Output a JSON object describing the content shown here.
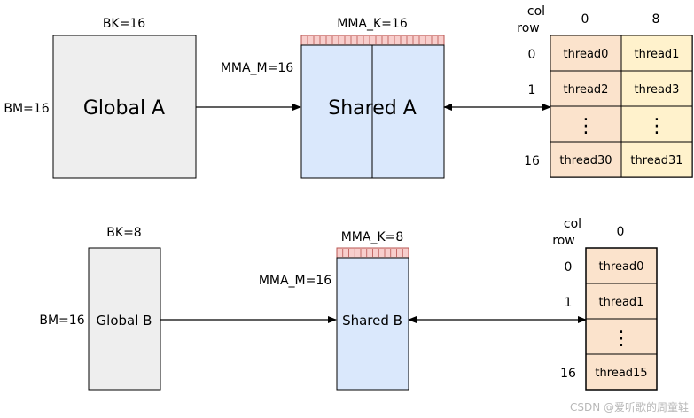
{
  "colors": {
    "global_fill": "#eeeeee",
    "shared_fill": "#dae8fc",
    "thread_orange": "#fbe3cc",
    "thread_yellow": "#fff2cc",
    "bank_fill": "#f8cecc",
    "bank_stroke": "#b85450",
    "line": "#000000"
  },
  "top": {
    "global_label": "Global A",
    "bk": "BK=16",
    "bm": "BM=16",
    "shared_label": "Shared A",
    "mma_k": "MMA_K=16",
    "mma_m": "MMA_M=16",
    "col_label": "col",
    "row_label": "row",
    "col_headers": [
      "0",
      "8"
    ],
    "row_labels": [
      "0",
      "1",
      "16"
    ],
    "cells": [
      [
        "thread0",
        "thread1"
      ],
      [
        "thread2",
        "thread3"
      ],
      [
        "⋮",
        "⋮"
      ],
      [
        "thread30",
        "thread31"
      ]
    ]
  },
  "bottom": {
    "global_label": "Global B",
    "bk": "BK=8",
    "bm": "BM=16",
    "shared_label": "Shared B",
    "mma_k": "MMA_K=8",
    "mma_m": "MMA_M=16",
    "col_label": "col",
    "row_label": "row",
    "col_headers": [
      "0"
    ],
    "row_labels": [
      "0",
      "1",
      "16"
    ],
    "cells": [
      "thread0",
      "thread1",
      "⋮",
      "thread15"
    ]
  },
  "watermark": "CSDN @爱听歌的周童鞋"
}
